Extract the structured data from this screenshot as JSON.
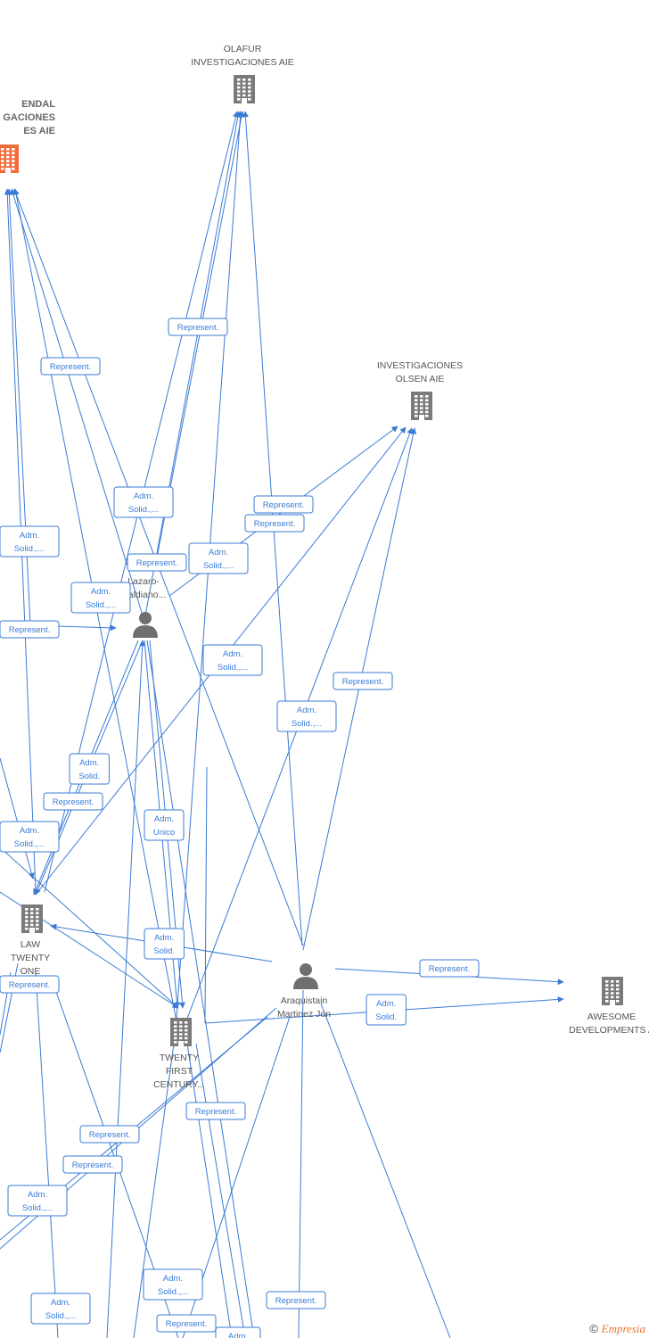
{
  "colors": {
    "edge": "#3a7bd5",
    "company": "#7a7a7a",
    "company_highlight": "#f26c3a",
    "person": "#6f6f6f",
    "label_text": "#555555"
  },
  "nodes": [
    {
      "id": "olafur",
      "type": "company",
      "icon": "building-icon",
      "lines": [
        "OLAFUR",
        "INVESTIGACIONES AIE"
      ]
    },
    {
      "id": "vendal",
      "type": "company-highlight",
      "icon": "building-icon",
      "lines": [
        "ENDAL",
        "GACIONES",
        "ES AIE"
      ]
    },
    {
      "id": "olsen",
      "type": "company",
      "icon": "building-icon",
      "lines": [
        "INVESTIGACIONES",
        "OLSEN AIE"
      ]
    },
    {
      "id": "lazaro",
      "type": "person",
      "icon": "person-icon",
      "lines": [
        "Lazaro-",
        "Galdiano..."
      ]
    },
    {
      "id": "law21",
      "type": "company",
      "icon": "building-icon",
      "lines": [
        "LAW",
        "TWENTY",
        "ONE"
      ]
    },
    {
      "id": "twentyfirst",
      "type": "company",
      "icon": "building-icon",
      "lines": [
        "TWENTY",
        "FIRST",
        "CENTURY..."
      ]
    },
    {
      "id": "araquistain",
      "type": "person",
      "icon": "person-icon",
      "lines": [
        "Araquistain",
        "Martinez Jon"
      ]
    },
    {
      "id": "awesome",
      "type": "company",
      "icon": "building-icon",
      "lines": [
        "AWESOME",
        "DEVELOPMENTS A"
      ]
    }
  ],
  "edge_labels": [
    {
      "lines": [
        "Represent."
      ]
    },
    {
      "lines": [
        "Represent."
      ]
    },
    {
      "lines": [
        "Adm.",
        "Solid.,..."
      ]
    },
    {
      "lines": [
        "Adm.",
        "Solid.,..."
      ]
    },
    {
      "lines": [
        "Represent."
      ]
    },
    {
      "lines": [
        "Adm.",
        "Solid.,..."
      ]
    },
    {
      "lines": [
        "Adm.",
        "Solid.,..."
      ]
    },
    {
      "lines": [
        "Represent."
      ]
    },
    {
      "lines": [
        "Represent."
      ]
    },
    {
      "lines": [
        "Represent."
      ]
    },
    {
      "lines": [
        "Adm.",
        "Solid.,..."
      ]
    },
    {
      "lines": [
        "Represent."
      ]
    },
    {
      "lines": [
        "Adm.",
        "Solid.,..."
      ]
    },
    {
      "lines": [
        "Adm.",
        "Solid."
      ]
    },
    {
      "lines": [
        "Represent."
      ]
    },
    {
      "lines": [
        "Adm.",
        "Solid.,..."
      ]
    },
    {
      "lines": [
        "Adm.",
        "Unico"
      ]
    },
    {
      "lines": [
        "Adm.",
        "Solid."
      ]
    },
    {
      "lines": [
        "Represent."
      ]
    },
    {
      "lines": [
        "Represent."
      ]
    },
    {
      "lines": [
        "Adm.",
        "Solid."
      ]
    },
    {
      "lines": [
        "Represent."
      ]
    },
    {
      "lines": [
        "Represent."
      ]
    },
    {
      "lines": [
        "Represent."
      ]
    },
    {
      "lines": [
        "Adm.",
        "Solid.,..."
      ]
    },
    {
      "lines": [
        "Adm.",
        "Solid.,..."
      ]
    },
    {
      "lines": [
        "Adm.",
        "Solid.,..."
      ]
    },
    {
      "lines": [
        "Represent."
      ]
    },
    {
      "lines": [
        "Represent."
      ]
    },
    {
      "lines": [
        "Adm."
      ]
    }
  ],
  "footer": {
    "copyright": "©",
    "brand": "Empresia"
  }
}
